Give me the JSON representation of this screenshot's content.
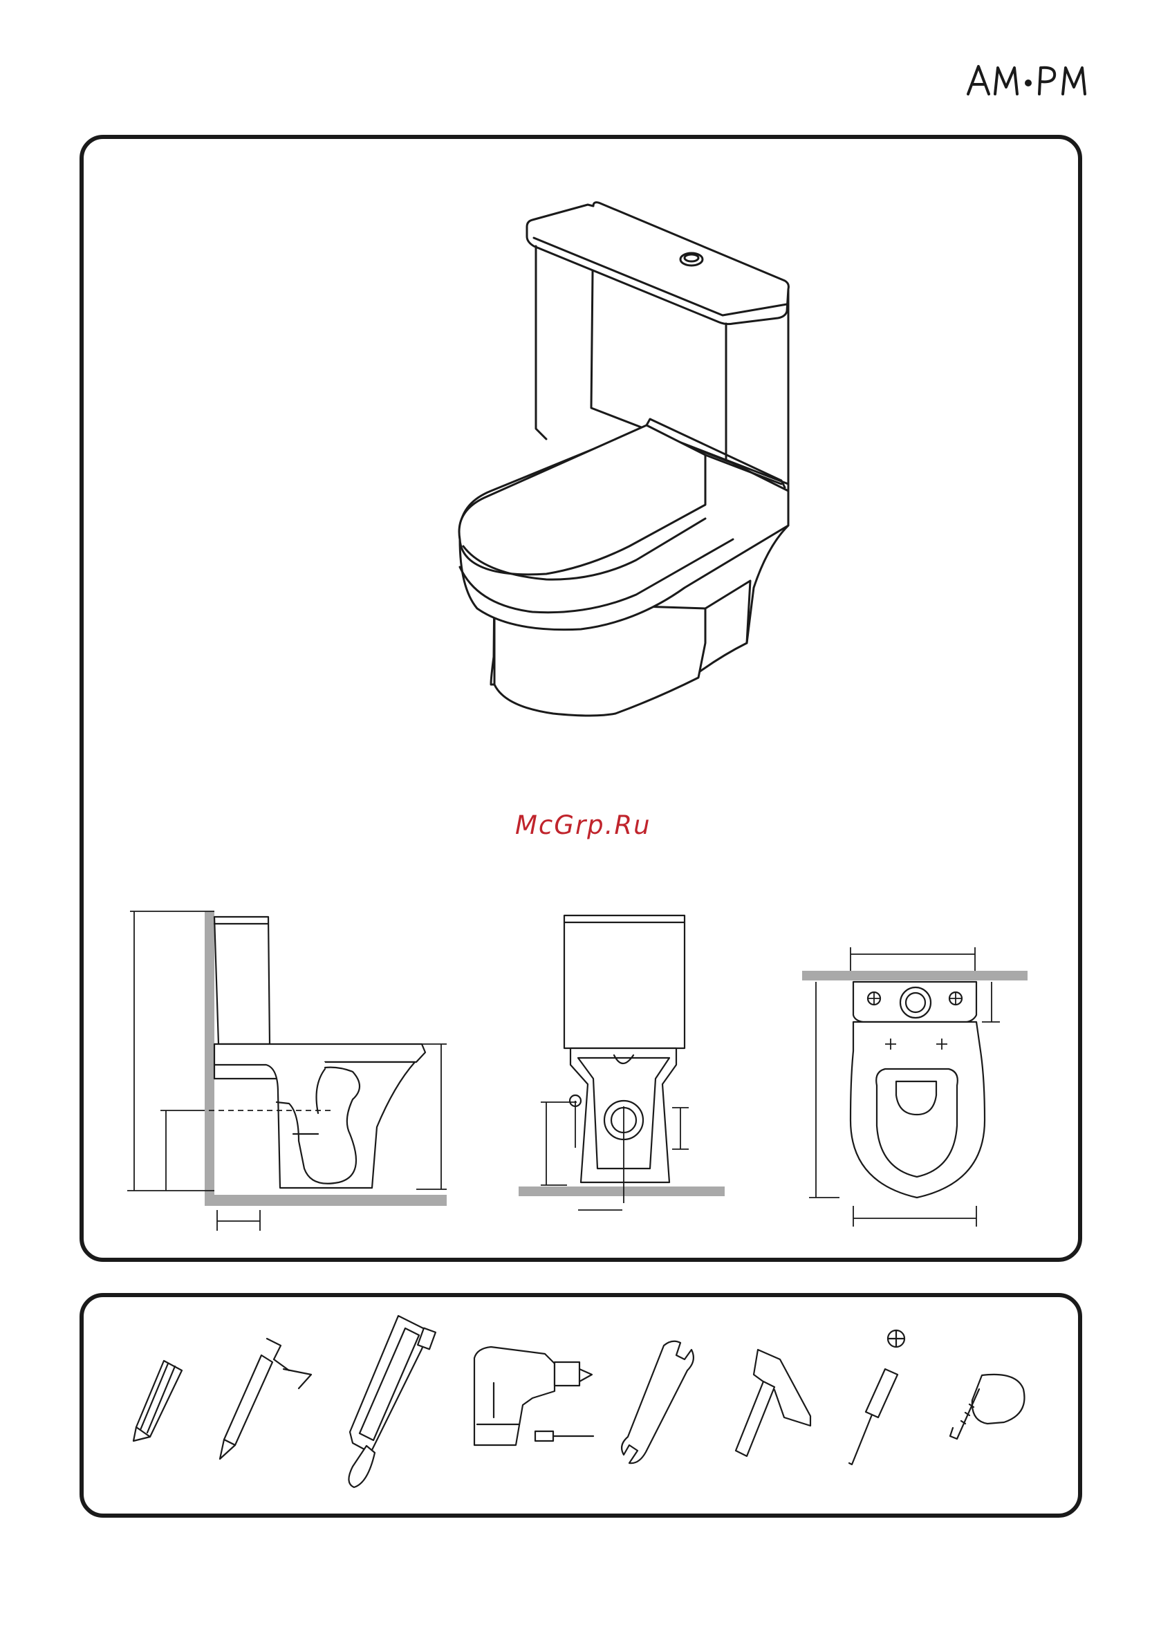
{
  "brand": {
    "logo_text": "AM·PM"
  },
  "watermark": {
    "text": "McGrp.Ru"
  },
  "illustrations": {
    "product": "toilet-isometric",
    "views": [
      "side-view",
      "front-view",
      "top-view"
    ]
  },
  "tools": [
    {
      "icon": "pencil-icon"
    },
    {
      "icon": "sealant-gun-icon"
    },
    {
      "icon": "hacksaw-icon"
    },
    {
      "icon": "drill-icon"
    },
    {
      "icon": "wrench-icon"
    },
    {
      "icon": "hammer-icon"
    },
    {
      "icon": "phillips-screwdriver-icon"
    },
    {
      "icon": "tape-measure-icon"
    }
  ]
}
